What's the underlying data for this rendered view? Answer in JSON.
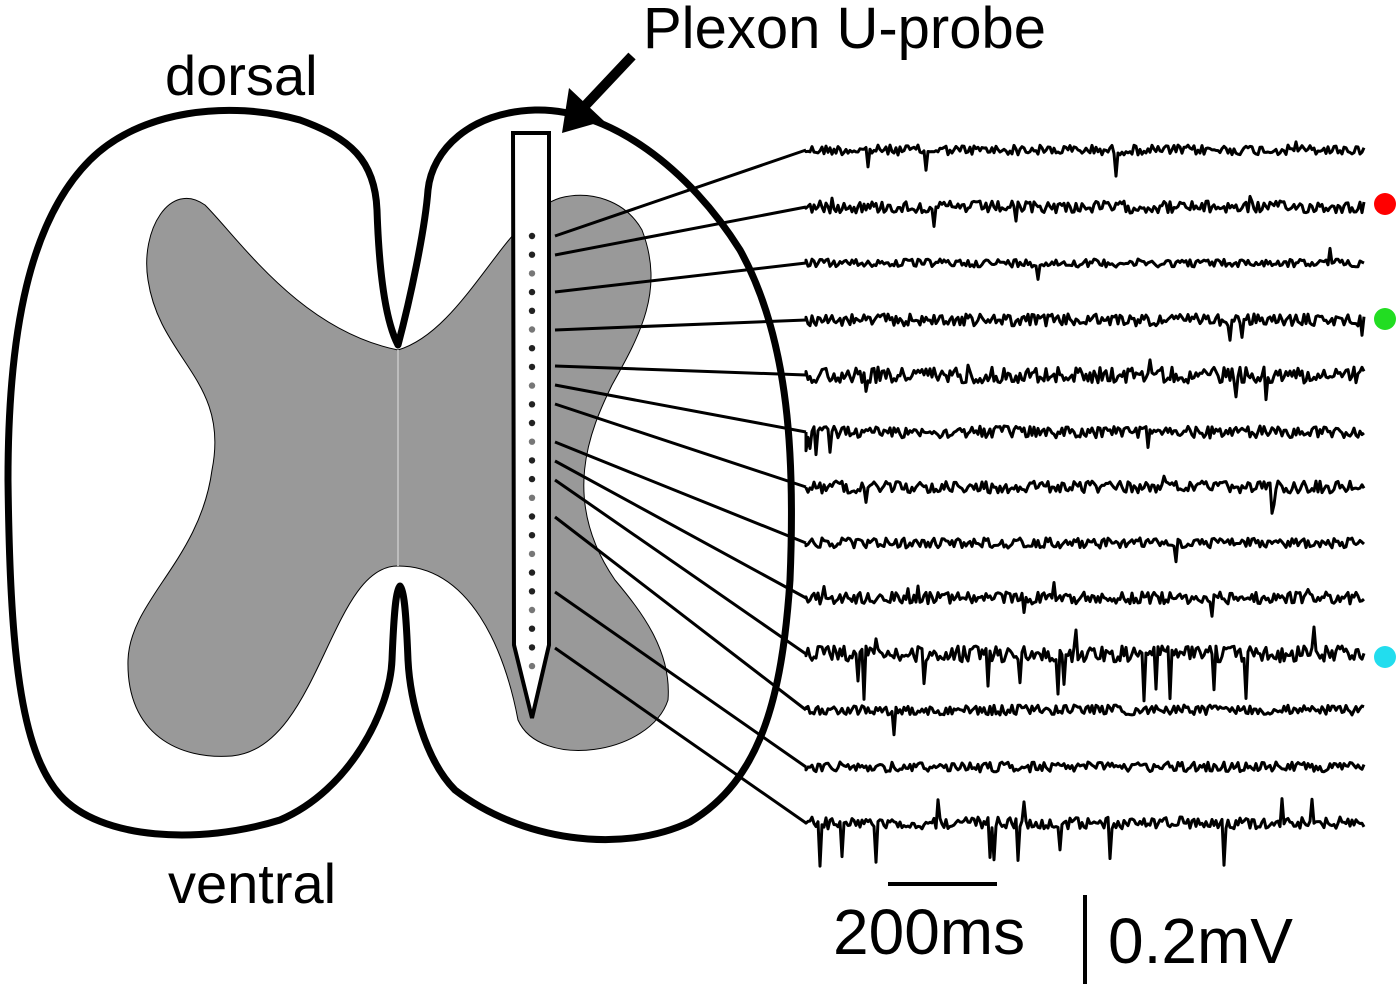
{
  "labels": {
    "dorsal": "dorsal",
    "ventral": "ventral",
    "probe": "Plexon U-probe",
    "time_scale": "200ms",
    "voltage_scale": "0.2mV"
  },
  "colors": {
    "outline": "#000000",
    "gray_matter": "#999999",
    "marker_red": "#ff0000",
    "marker_green": "#22dd22",
    "marker_cyan": "#22ddee"
  },
  "probe": {
    "contact_count": 24
  },
  "traces": [
    {
      "channel": 1,
      "marker": null
    },
    {
      "channel": 2,
      "marker": "red"
    },
    {
      "channel": 3,
      "marker": null
    },
    {
      "channel": 4,
      "marker": "green"
    },
    {
      "channel": 5,
      "marker": null
    },
    {
      "channel": 6,
      "marker": null
    },
    {
      "channel": 7,
      "marker": null
    },
    {
      "channel": 8,
      "marker": null
    },
    {
      "channel": 9,
      "marker": null
    },
    {
      "channel": 10,
      "marker": "cyan"
    },
    {
      "channel": 11,
      "marker": null
    },
    {
      "channel": 12,
      "marker": null
    },
    {
      "channel": 13,
      "marker": null
    }
  ]
}
